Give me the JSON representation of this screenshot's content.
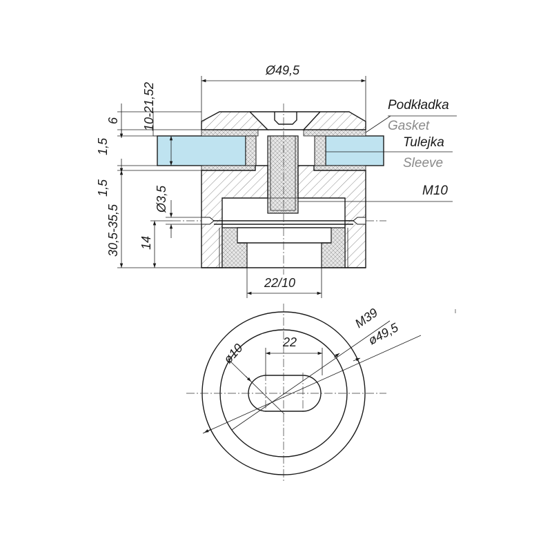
{
  "colors": {
    "line": "#1a1a1a",
    "glass": "#bfe3f0",
    "gasket": "#d8d8d8",
    "secondary_text": "#8a8a8a"
  },
  "labels": {
    "washer_pl": "Podkładka",
    "washer_en": "Gasket",
    "sleeve_pl": "Tulejka",
    "sleeve_en": "Sleeve",
    "thread": "M10"
  },
  "dimensions": {
    "top_diameter": "Ø49,5",
    "cap_height": "6",
    "glass_range": "10-21,52",
    "gasket_top": "1,5",
    "gasket_bottom": "1,5",
    "body_height": "30,5-35,5",
    "hole_diameter": "Ø3,5",
    "socket_depth": "14",
    "slot_section": "22/10",
    "thread_big": "M39",
    "outer_diameter": "ø49,5",
    "slot_length": "22",
    "slot_width": "ø10"
  }
}
